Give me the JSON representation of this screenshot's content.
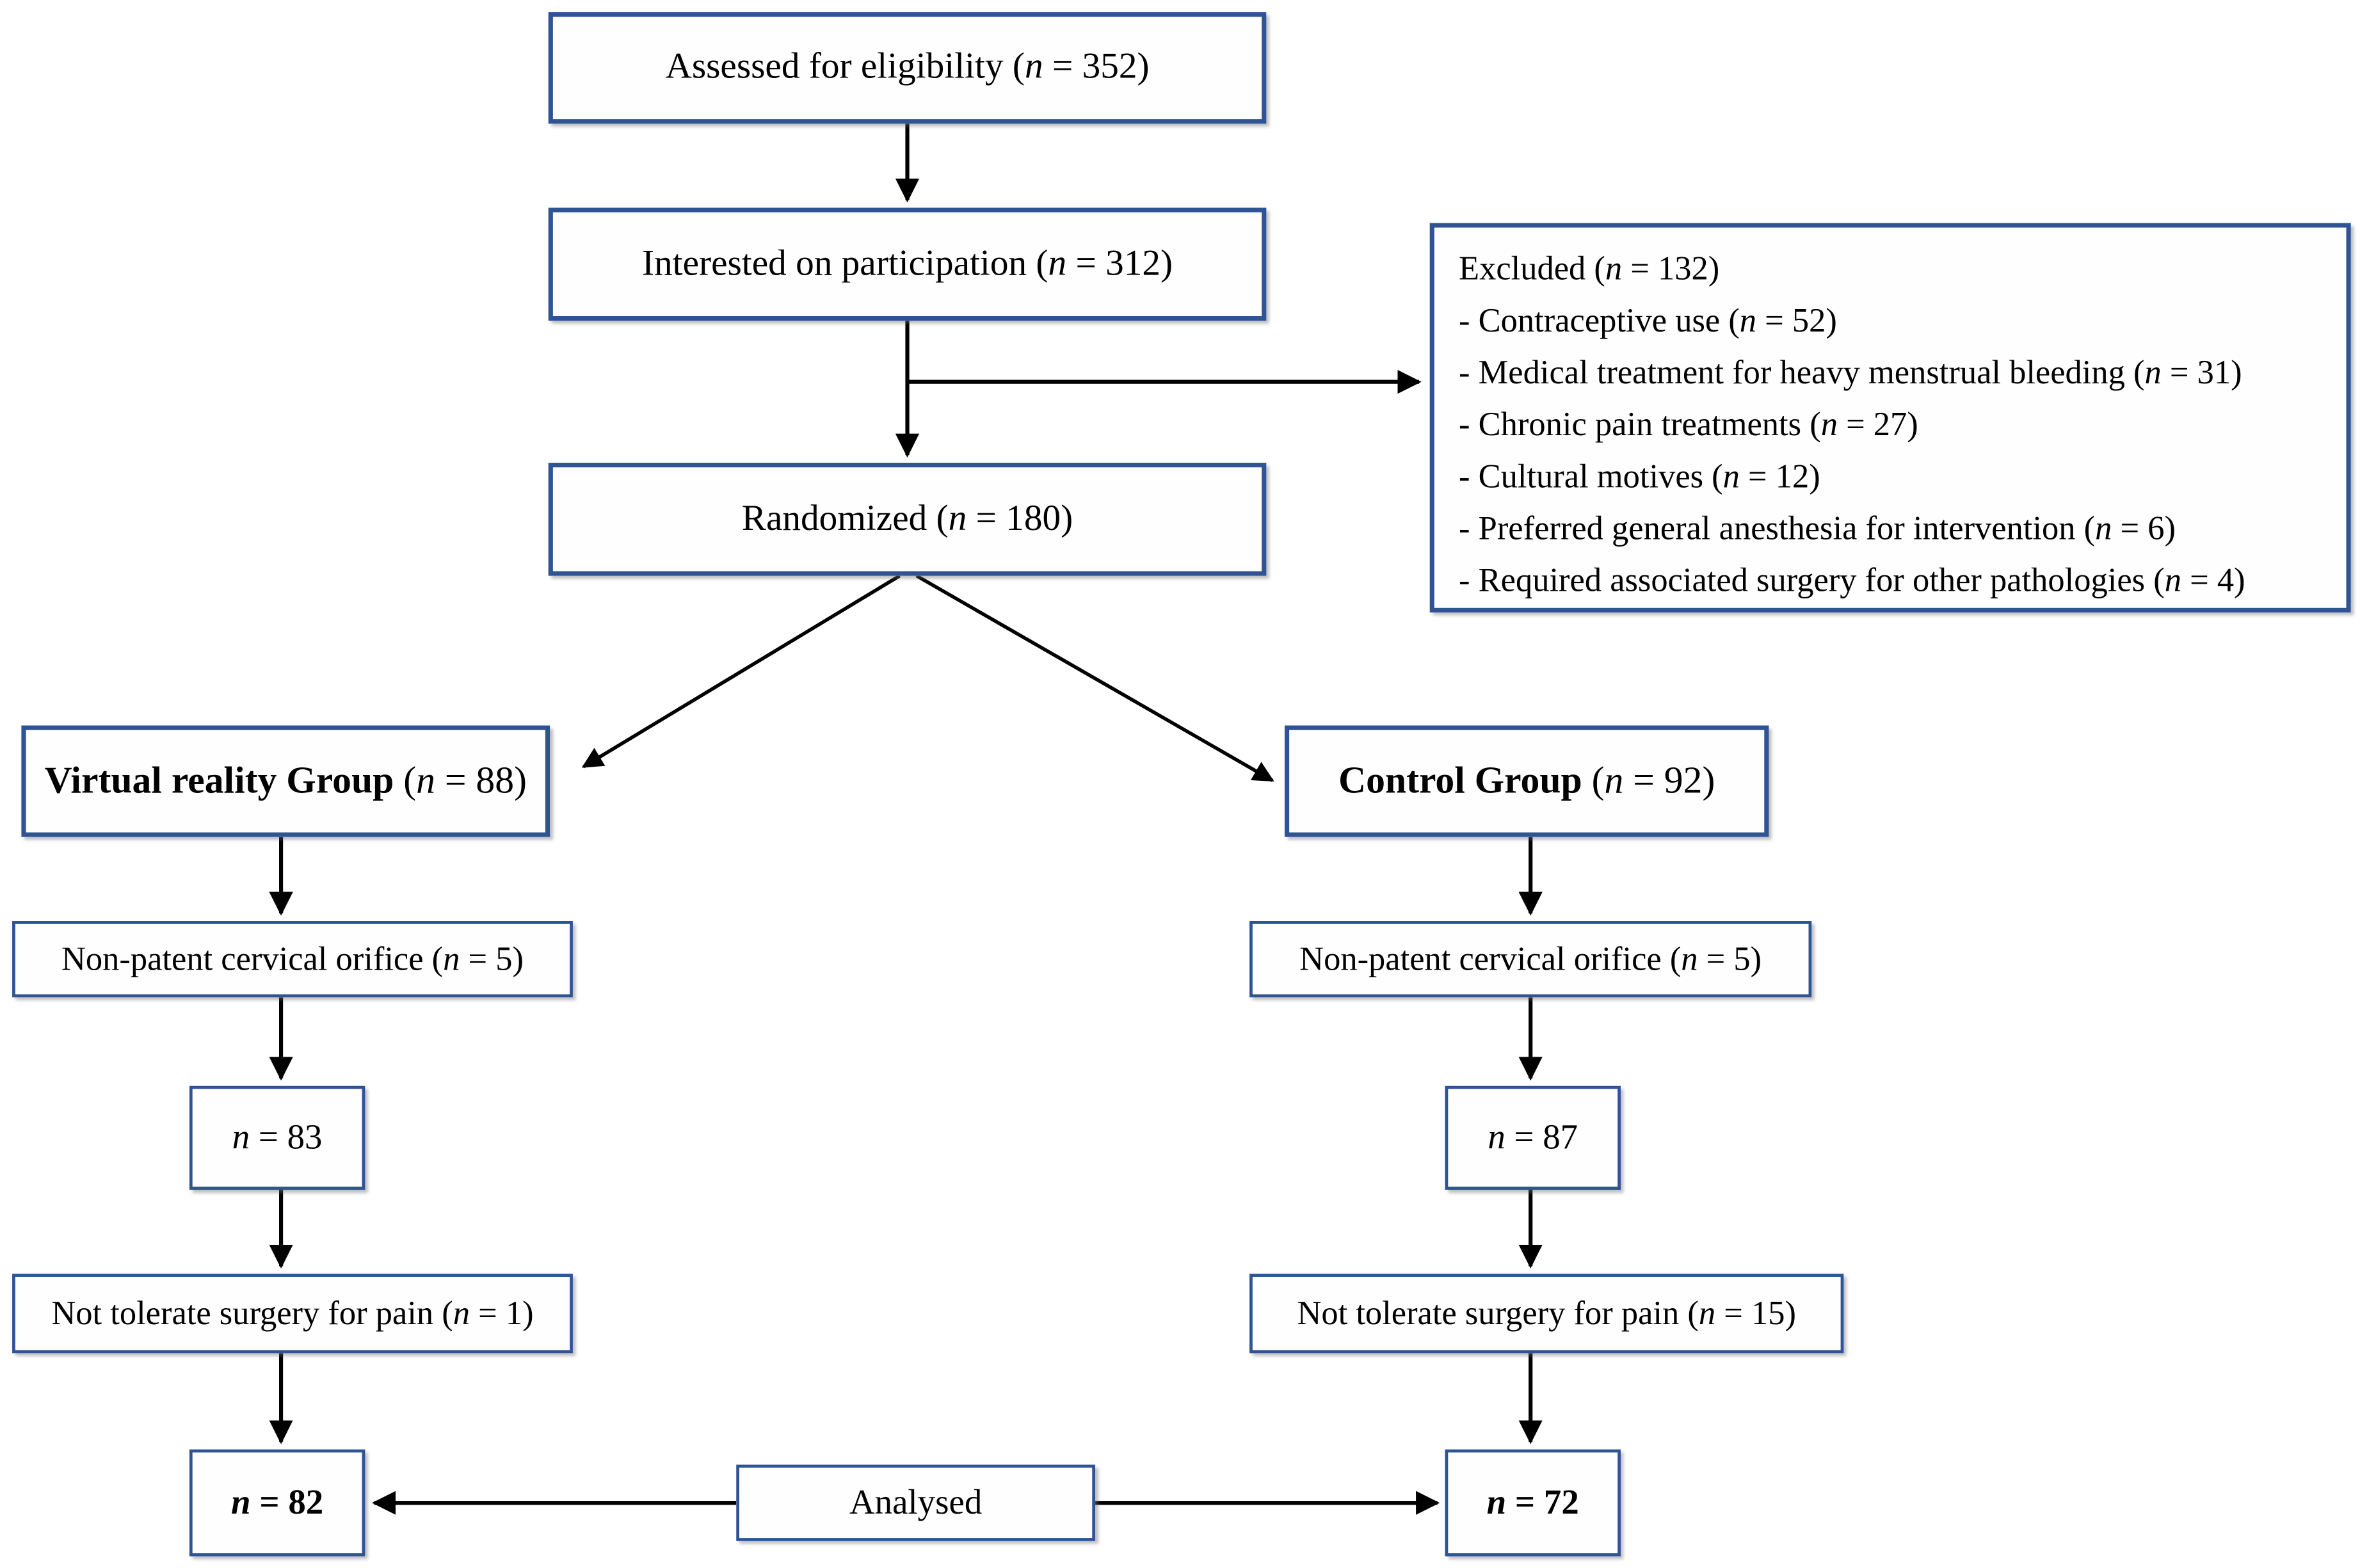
{
  "colors": {
    "box_border": "#2f5496",
    "arrow": "#000000",
    "text": "#000000",
    "background": "#ffffff"
  },
  "nodes": {
    "assessed": {
      "pre": "Assessed for eligibility (",
      "n": "n",
      "post": " = 352)"
    },
    "interested": {
      "pre": "Interested on participation (",
      "n": "n",
      "post": " = 312)"
    },
    "randomized": {
      "pre": "Randomized (",
      "n": "n",
      "post": " = 180)"
    },
    "excluded": {
      "title": {
        "pre": "Excluded (",
        "n": "n",
        "post": " = 132)"
      },
      "items": [
        {
          "pre": "- Contraceptive use (",
          "n": "n",
          "post": " = 52)"
        },
        {
          "pre": "- Medical treatment for heavy menstrual bleeding (",
          "n": "n",
          "post": " = 31)"
        },
        {
          "pre": "- Chronic pain treatments (",
          "n": "n",
          "post": " = 27)"
        },
        {
          "pre": "- Cultural motives (",
          "n": "n",
          "post": " = 12)"
        },
        {
          "pre": "- Preferred general anesthesia for intervention (",
          "n": "n",
          "post": " = 6)"
        },
        {
          "pre": "- Required associated surgery for other pathologies (",
          "n": "n",
          "post": " = 4)"
        }
      ]
    },
    "vr_group": {
      "bold": "Virtual reality Group",
      "pre": " (",
      "n": "n",
      "post": " = 88)"
    },
    "control_group": {
      "bold": "Control Group",
      "pre": " (",
      "n": "n",
      "post": " = 92)"
    },
    "vr_nonpatent": {
      "pre": "Non-patent cervical orifice (",
      "n": "n",
      "post": " = 5)"
    },
    "control_nonpatent": {
      "pre": "Non-patent cervical orifice (",
      "n": "n",
      "post": " = 5)"
    },
    "vr_n83": {
      "n": "n",
      "post": " = 83"
    },
    "control_n87": {
      "n": "n",
      "post": " = 87"
    },
    "vr_nottolerate": {
      "pre": "Not tolerate surgery for pain (",
      "n": "n",
      "post": " = 1)"
    },
    "control_nottolerate": {
      "pre": "Not tolerate surgery for pain (",
      "n": "n",
      "post": " = 15)"
    },
    "vr_n82": {
      "n": "n",
      "post": " = 82"
    },
    "control_n72": {
      "n": "n",
      "post": " = 72"
    },
    "analysed": {
      "text": "Analysed"
    }
  }
}
